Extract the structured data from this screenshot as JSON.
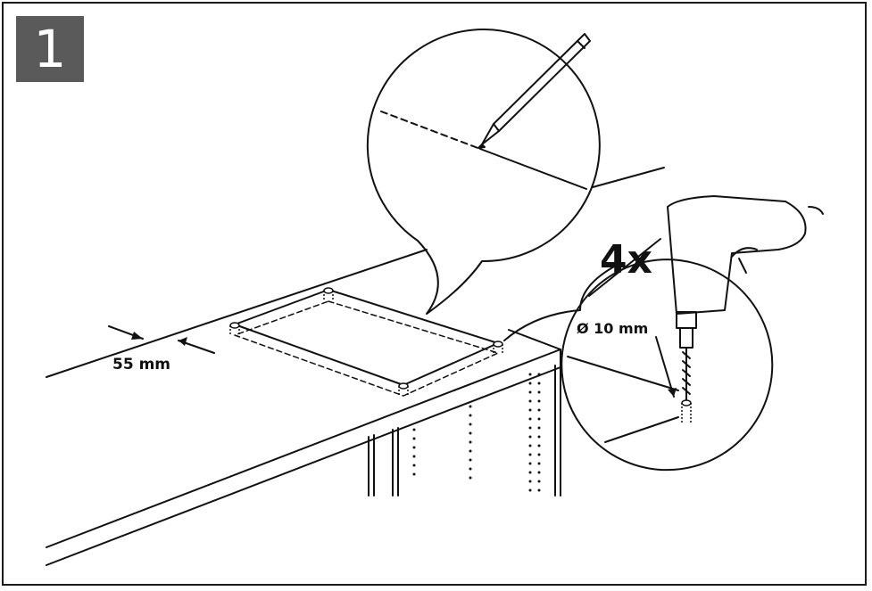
{
  "step": {
    "number": "1"
  },
  "labels": {
    "edge_distance": "55 mm",
    "quantity": "4x",
    "drill_diameter": "Ø 10 mm"
  },
  "colors": {
    "badge": "#5a5a5a",
    "ink": "#111111"
  }
}
